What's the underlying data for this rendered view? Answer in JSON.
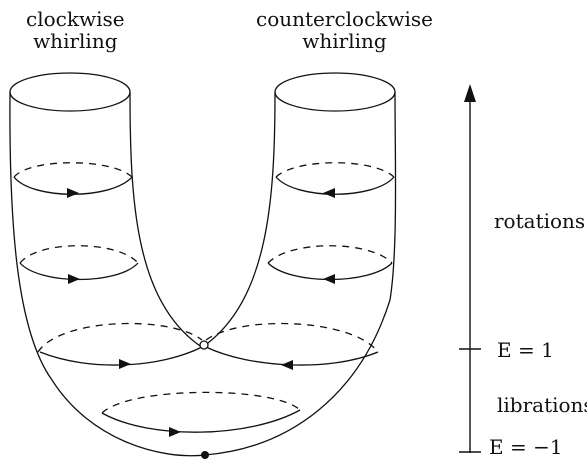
{
  "labels": {
    "clockwise_line1": "clockwise",
    "clockwise_line2": "whirling",
    "counterclockwise_line1": "counterclockwise",
    "counterclockwise_line2": "whirling",
    "rotations": "rotations",
    "e_equals_1": "E = 1",
    "librations": "librations",
    "e_equals_minus_1": "E = −1"
  },
  "colors": {
    "ink": "#111111",
    "background": "#ffffff"
  }
}
